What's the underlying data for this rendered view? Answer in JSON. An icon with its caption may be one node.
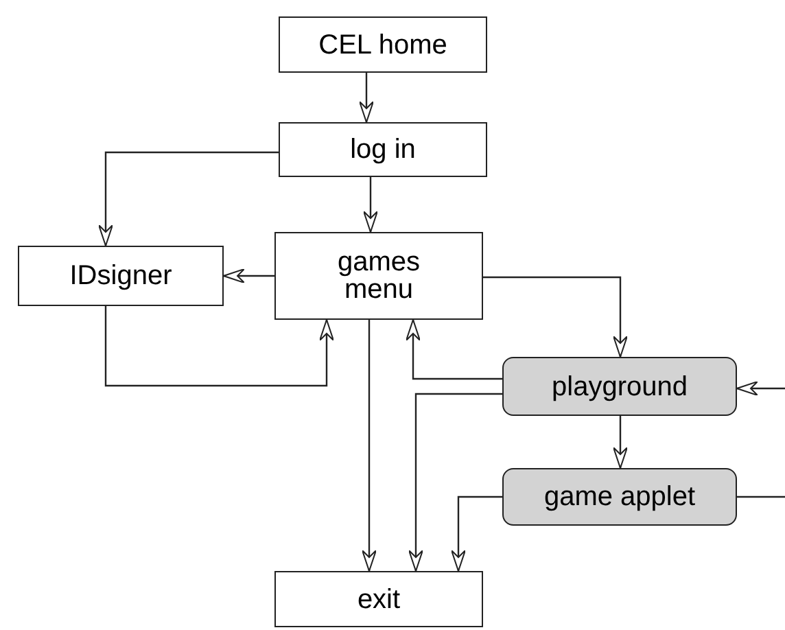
{
  "diagram": {
    "nodes": [
      {
        "text": [
          "CEL home"
        ]
      },
      {
        "text": [
          "log in"
        ]
      },
      {
        "text": [
          "IDsigner"
        ]
      },
      {
        "text": [
          "games menu"
        ]
      },
      {
        "text": [
          "playground"
        ]
      },
      {
        "text": [
          "game applet"
        ]
      },
      {
        "text": [
          "exit"
        ]
      }
    ],
    "edges": [
      {
        "from": 0,
        "to": 1,
        "arrow": "to"
      },
      {
        "from": 1,
        "to": 2,
        "arrow": "to"
      },
      {
        "from": 1,
        "to": 3,
        "arrow": "to"
      },
      {
        "from": 3,
        "to": 2,
        "arrow": "to"
      },
      {
        "from": 2,
        "to": 3,
        "arrow": "to"
      },
      {
        "from": 3,
        "to": 4,
        "arrow": "to"
      },
      {
        "from": 4,
        "to": 3,
        "arrow": "to"
      },
      {
        "from": 3,
        "to": 6,
        "arrow": "to"
      },
      {
        "from": 4,
        "to": 6,
        "arrow": "to"
      },
      {
        "from": 4,
        "to": 5,
        "arrow": "to"
      },
      {
        "from": 5,
        "to": 6,
        "arrow": "to"
      },
      {
        "from": null,
        "to": 4,
        "arrow": "to"
      },
      {
        "from": 5,
        "to": null,
        "arrow": "none"
      }
    ]
  }
}
